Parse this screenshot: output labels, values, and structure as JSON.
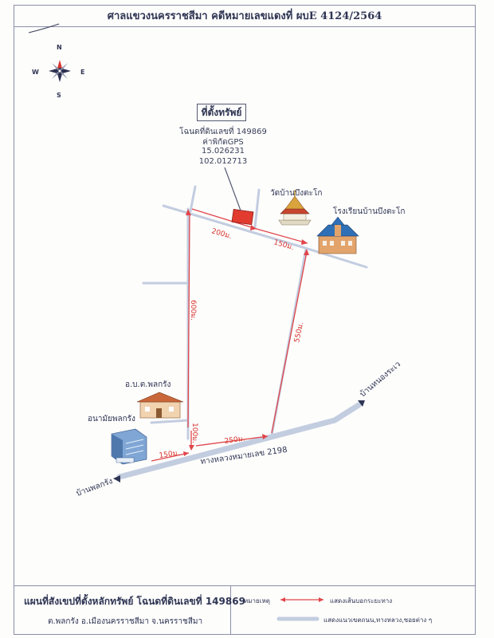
{
  "header": {
    "title": "ศาลแขวงนครราชสีมา คดีหมายเลขแดงที่ ผบE 4124/2564"
  },
  "compass": {
    "north": "N",
    "south": "S",
    "east": "E",
    "west": "W"
  },
  "property": {
    "heading": "ที่ตั้งทรัพย์",
    "deed": "โฉนดที่ดินเลขที่ 149869",
    "gps_label": "ค่าพิกัดGPS",
    "lat": "15.026231",
    "lon": "102.012713"
  },
  "landmarks": {
    "temple": "วัดบ้านบึงตะโก",
    "school": "โรงเรียนบ้านบึงตะโก",
    "sao": "อ.บ.ต.พลกรัง",
    "health": "อนามัยพลกรัง",
    "road": "ทางหลวงหมายเลข 2198",
    "village_ne": "บ้านหนองระเว",
    "village_sw": "บ้านพลกรัง"
  },
  "distances": {
    "d200": "200ม.",
    "d150_top": "150ม.",
    "d600": "600ม.",
    "d550": "550ม.",
    "d100": "100ม.",
    "d250": "250ม.",
    "d150_bottom": "150ม."
  },
  "footer": {
    "title": "แผนที่สังเขปที่ตั้งหลักทรัพย์ โฉนดที่ดินเลขที่ 149869",
    "sub": "ต.พลกรัง  อ.เมืองนครราชสีมา  จ.นครราชสีมา"
  },
  "legend": {
    "note": "หมายเหตุ",
    "arrow_desc": "แสดงเส้นบอกระยะทาง",
    "road_desc": "แสดงแนวเขตถนน,ทางหลวง,ซอยต่าง ๆ"
  },
  "colors": {
    "route": "#e0454a",
    "road": "#c3cde0",
    "property": "#e23b30",
    "ink": "#2f3553"
  }
}
